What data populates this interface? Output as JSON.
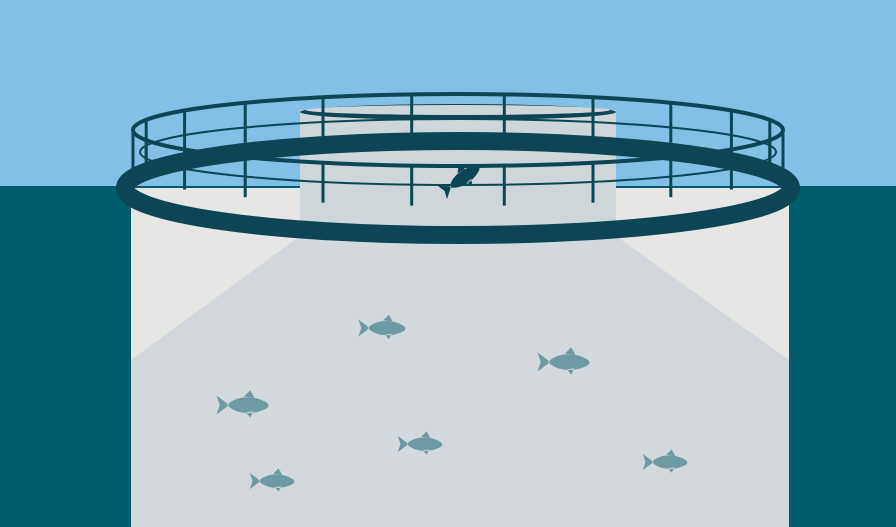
{
  "scene": {
    "subject": "fish-farm-net-pen",
    "colors": {
      "sky": "#82c0e8",
      "sea": "#005b6c",
      "net": "#e6e6e4",
      "inner_cone": "#d3d8dc",
      "inner_column": "#cfd6da",
      "ring": "#0c4654",
      "railing": "#0c4654",
      "fish_inside": "#6e9aa3",
      "fish_jumping": "#0c4654"
    },
    "fish_inside_count": 6,
    "fish_jumping_count": 1
  }
}
